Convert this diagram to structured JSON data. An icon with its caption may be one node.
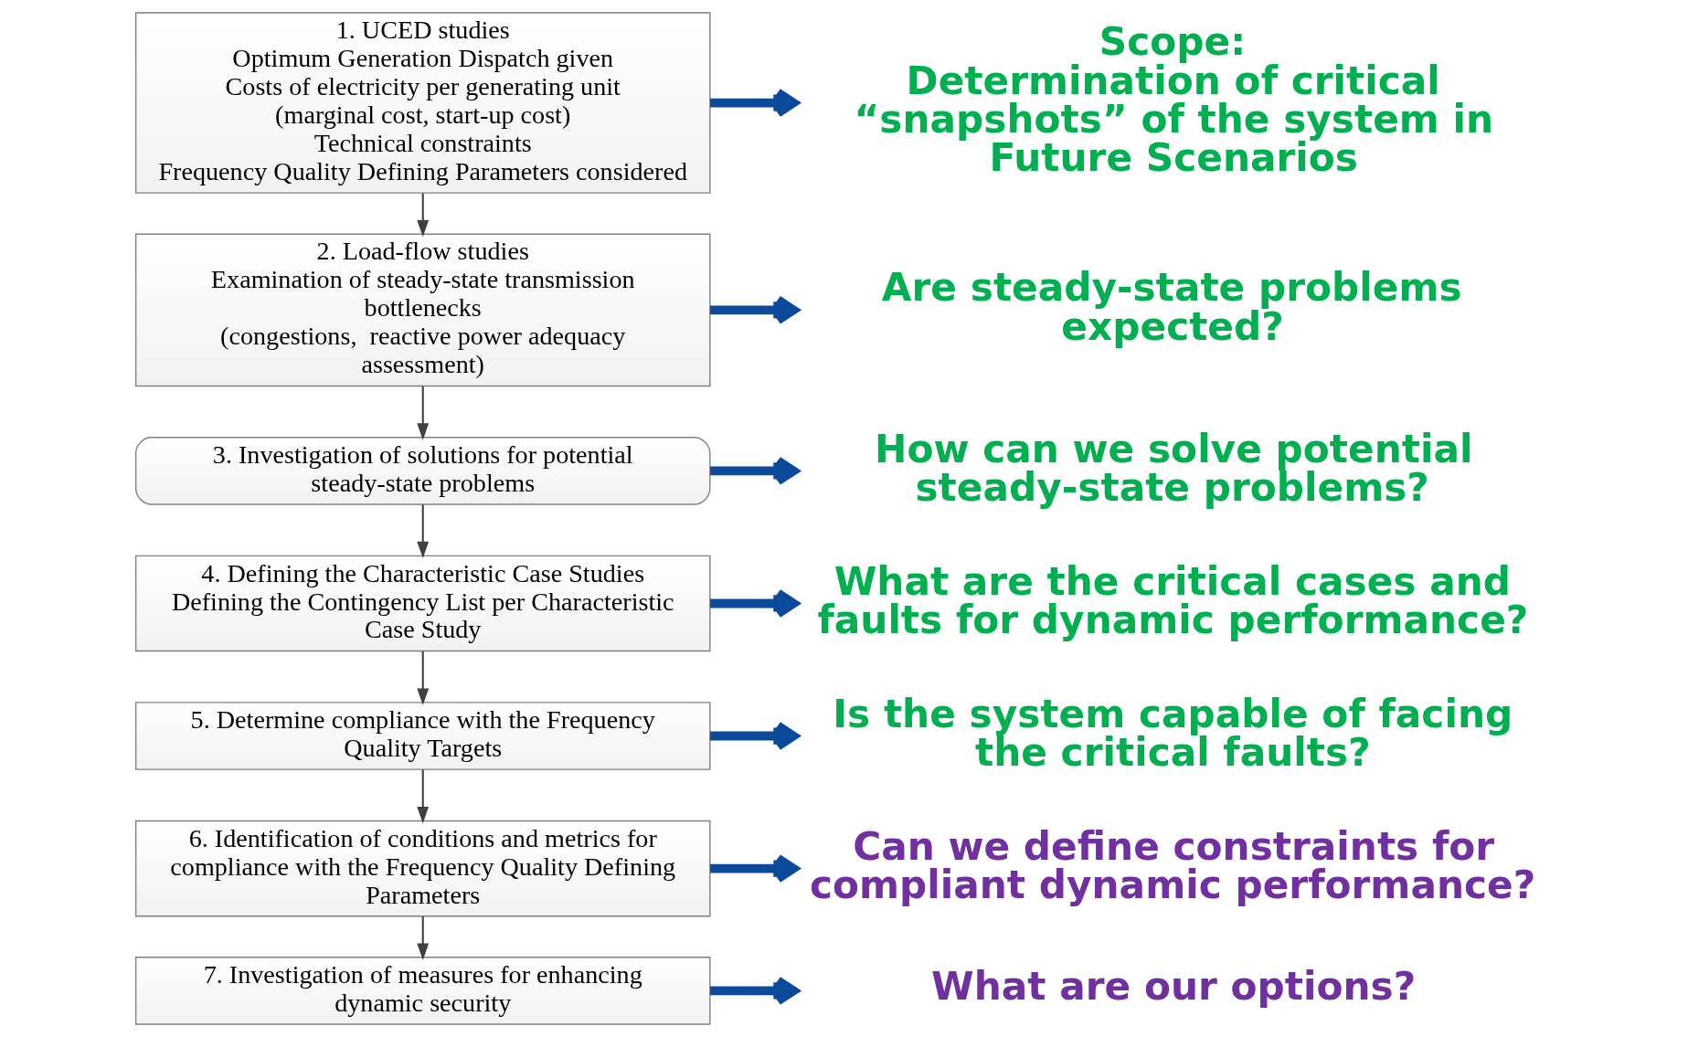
{
  "diagram": {
    "nodes": [
      {
        "text": [
          "1. UCED studies",
          "Optimum Generation Dispatch given",
          "Costs of electricity per generating unit",
          "(marginal cost, start-up cost)",
          "Technical constraints",
          "Frequency Quality Defining Parameters considered"
        ]
      },
      {
        "text": [
          "2. Load-flow studies",
          "Examination of steady-state transmission bottlenecks",
          "(congestions,  reactive power adequacy assessment)"
        ]
      },
      {
        "text": [
          "3. Investigation of solutions for potential steady-state problems"
        ]
      },
      {
        "text": [
          "4. Defining the Characteristic Case Studies",
          "Defining the Contingency List per Characteristic Case Study"
        ]
      },
      {
        "text": [
          "5. Determine compliance with the Frequency Quality Targets"
        ]
      },
      {
        "text": [
          "6. Identification of conditions and metrics for compliance with the Frequency Quality Defining Parameters"
        ]
      },
      {
        "text": [
          "7. Investigation of measures for enhancing dynamic security"
        ]
      },
      {
        "text": [
          "Scope:",
          "Determination of critical “snapshots” of the system in Future Scenarios"
        ]
      },
      {
        "text": [
          "Are steady-state problems expected?"
        ]
      },
      {
        "text": [
          "How can we solve potential steady-state problems?"
        ]
      },
      {
        "text": [
          "What are the critical cases and faults for dynamic performance?"
        ]
      },
      {
        "text": [
          "Is the system capable of facing the critical faults?"
        ]
      },
      {
        "text": [
          "Can we define constraints for compliant dynamic performance?"
        ]
      },
      {
        "text": [
          "What are our options?"
        ]
      }
    ],
    "edges": [
      {
        "from": 0,
        "to": 1,
        "arrow": "to",
        "color": "#404040"
      },
      {
        "from": 1,
        "to": 2,
        "arrow": "to",
        "color": "#404040"
      },
      {
        "from": 2,
        "to": 3,
        "arrow": "to",
        "color": "#404040"
      },
      {
        "from": 3,
        "to": 4,
        "arrow": "to",
        "color": "#404040"
      },
      {
        "from": 4,
        "to": 5,
        "arrow": "to",
        "color": "#404040"
      },
      {
        "from": 5,
        "to": 6,
        "arrow": "to",
        "color": "#404040"
      },
      {
        "from": 0,
        "to": 7,
        "arrow": "to"
      },
      {
        "from": 1,
        "to": 8,
        "arrow": "to"
      },
      {
        "from": 2,
        "to": 9,
        "arrow": "to"
      },
      {
        "from": 3,
        "to": 10,
        "arrow": "to"
      },
      {
        "from": 4,
        "to": 11,
        "arrow": "to"
      },
      {
        "from": 5,
        "to": 12,
        "arrow": "to"
      },
      {
        "from": 6,
        "to": 13,
        "arrow": "to"
      }
    ]
  }
}
